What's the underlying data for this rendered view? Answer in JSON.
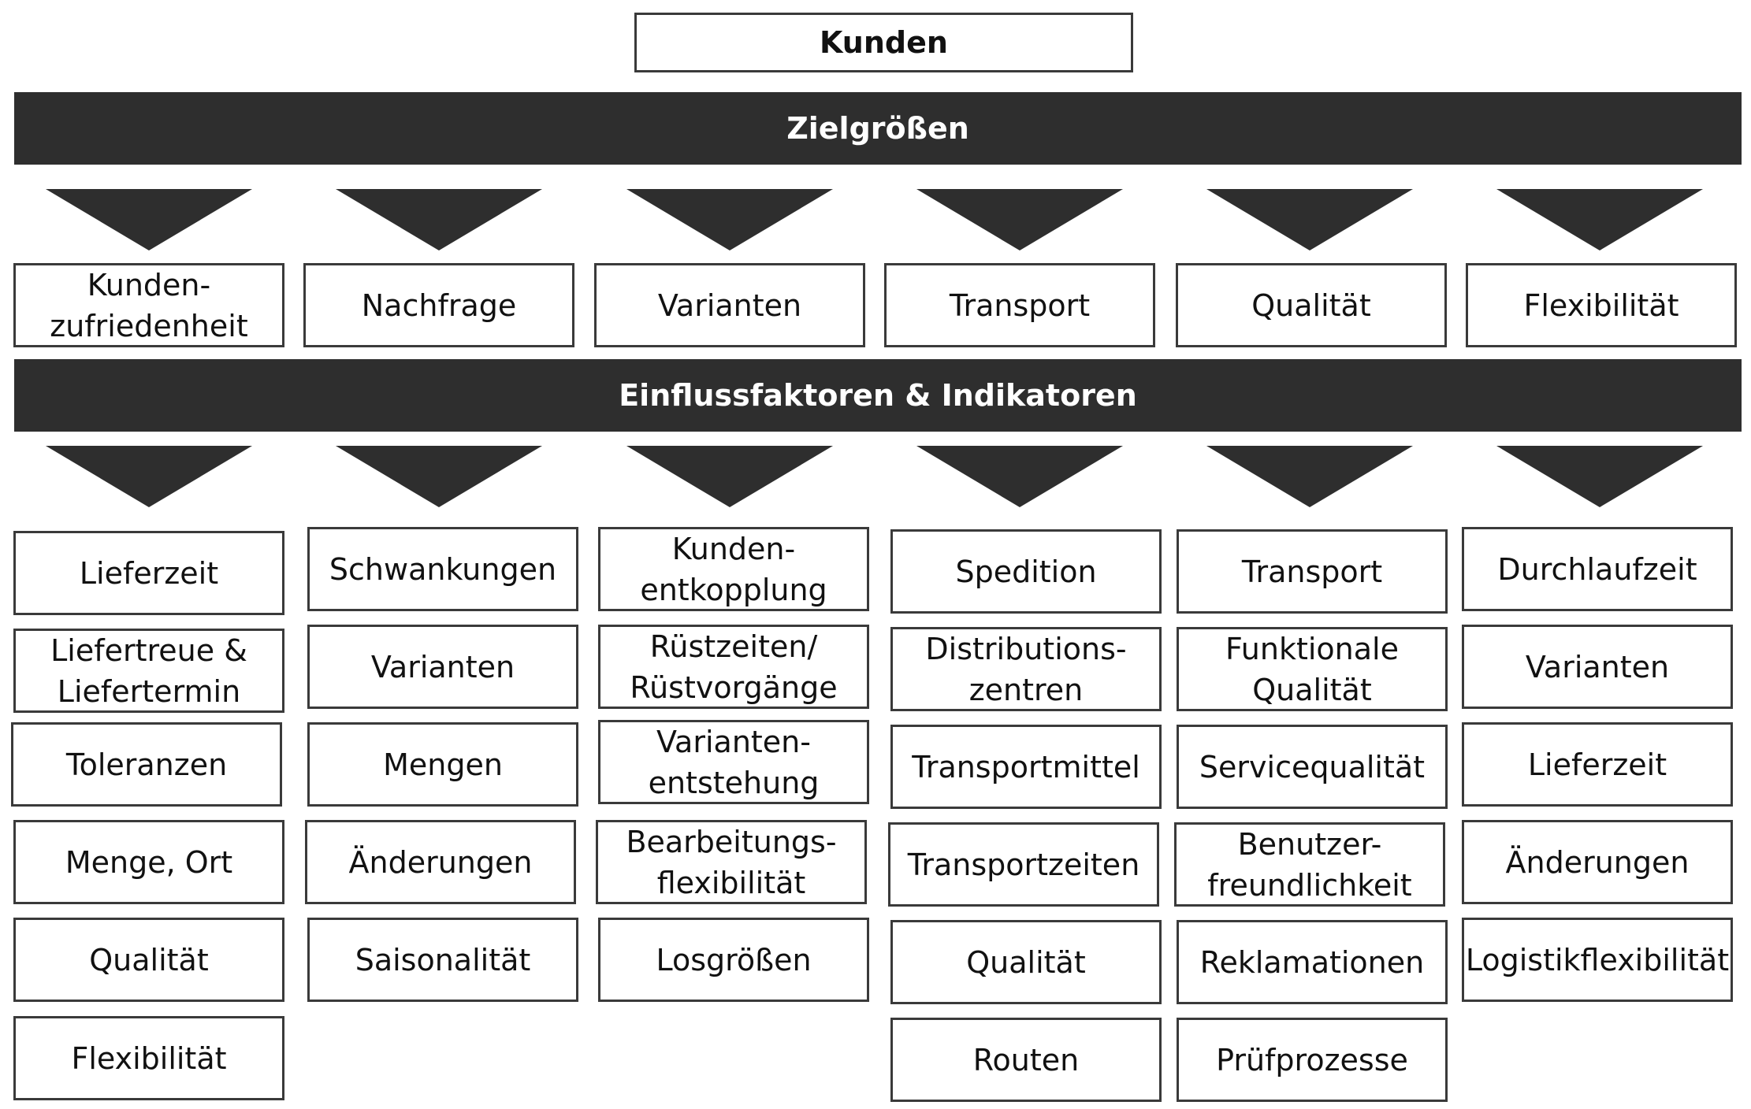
{
  "diagram": {
    "top_label": "Kunden",
    "bar_zielgroessen": "Zielgrößen",
    "bar_einfluss": "Einflussfaktoren & Indikatoren",
    "categories": [
      "Kunden-\nzufriedenheit",
      "Nachfrage",
      "Varianten",
      "Transport",
      "Qualität",
      "Flexibilität"
    ],
    "columns": [
      [
        "Lieferzeit",
        "Liefertreue &\nLiefertermin",
        "Toleranzen",
        "Menge, Ort",
        "Qualität",
        "Flexibilität"
      ],
      [
        "Schwankungen",
        "Varianten",
        "Mengen",
        "Änderungen",
        "Saisonalität"
      ],
      [
        "Kunden-\nentkopplung",
        "Rüstzeiten/\nRüstvorgänge",
        "Varianten-\nentstehung",
        "Bearbeitungs-\nflexibilität",
        "Losgrößen"
      ],
      [
        "Spedition",
        "Distributions-\nzentren",
        "Transportmittel",
        "Transportzeiten",
        "Qualität",
        "Routen"
      ],
      [
        "Transport",
        "Funktionale\nQualität",
        "Servicequalität",
        "Benutzer-\nfreundlichkeit",
        "Reklamationen",
        "Prüfprozesse"
      ],
      [
        "Durchlaufzeit",
        "Varianten",
        "Lieferzeit",
        "Änderungen",
        "Logistikflexibilität"
      ]
    ]
  }
}
